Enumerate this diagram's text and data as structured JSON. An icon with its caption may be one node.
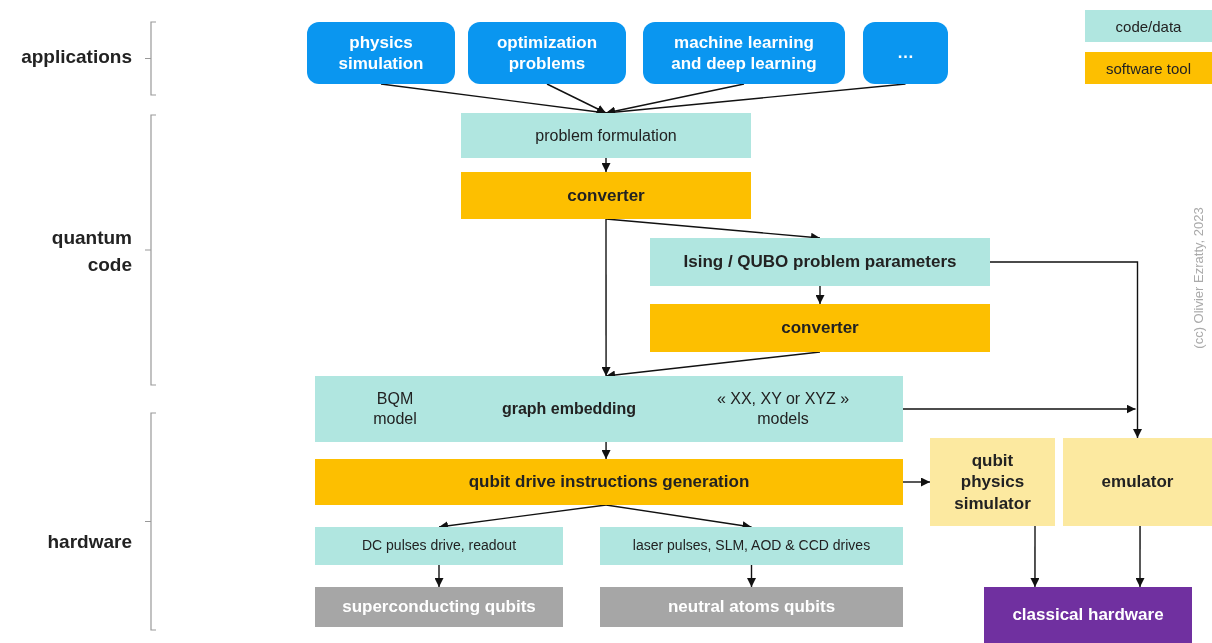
{
  "diagram": {
    "nodes": [
      {
        "text": [
          "physics simulation"
        ]
      },
      {
        "text": [
          "optimization problems"
        ]
      },
      {
        "text": [
          "machine learning and deep learning"
        ]
      },
      {
        "text": [
          "…"
        ]
      },
      {
        "text": [
          "problem formulation"
        ]
      },
      {
        "text": [
          "converter"
        ]
      },
      {
        "text": [
          "Ising / QUBO problem parameters"
        ]
      },
      {
        "text": [
          "converter"
        ]
      },
      {
        "text": [
          "BQM model",
          "graph embedding",
          "« XX, XY or XYZ » models"
        ]
      },
      {
        "text": [
          "qubit drive instructions generation"
        ]
      },
      {
        "text": [
          "qubit physics simulator"
        ]
      },
      {
        "text": [
          "emulator"
        ]
      },
      {
        "text": [
          "DC pulses drive, readout"
        ]
      },
      {
        "text": [
          "laser pulses, SLM, AOD & CCD drives"
        ]
      },
      {
        "text": [
          "superconducting qubits"
        ]
      },
      {
        "text": [
          "neutral atoms qubits"
        ]
      },
      {
        "text": [
          "classical hardware"
        ]
      }
    ],
    "edges": [
      {
        "from": 0,
        "to": 4,
        "arrow": "to"
      },
      {
        "from": 1,
        "to": 4,
        "arrow": "to"
      },
      {
        "from": 2,
        "to": 4,
        "arrow": "to"
      },
      {
        "from": 3,
        "to": 4,
        "arrow": "to"
      },
      {
        "from": 4,
        "to": 5,
        "arrow": "to"
      },
      {
        "from": 5,
        "to": 8,
        "arrow": "to"
      },
      {
        "from": 5,
        "to": 6,
        "arrow": "to"
      },
      {
        "from": 6,
        "to": 7,
        "arrow": "to"
      },
      {
        "from": 7,
        "to": 8,
        "arrow": "to"
      },
      {
        "from": 6,
        "to": 11,
        "arrow": "to"
      },
      {
        "from": 8,
        "to": 11,
        "arrow": "to"
      },
      {
        "from": 8,
        "to": 9,
        "arrow": "to"
      },
      {
        "from": 9,
        "to": 10,
        "arrow": "to"
      },
      {
        "from": 9,
        "to": 12,
        "arrow": "to"
      },
      {
        "from": 9,
        "to": 13,
        "arrow": "to"
      },
      {
        "from": 12,
        "to": 14,
        "arrow": "to"
      },
      {
        "from": 13,
        "to": 15,
        "arrow": "to"
      },
      {
        "from": 10,
        "to": 16,
        "arrow": "to"
      },
      {
        "from": 11,
        "to": 16,
        "arrow": "to"
      }
    ],
    "labels": [
      "applications",
      "quantum code",
      "hardware",
      "(cc) Olivier Ezratty, 2023"
    ],
    "legend": [
      {
        "text": "code/data",
        "color": "#b0e6e0"
      },
      {
        "text": "software tool",
        "color": "#fdbf00"
      }
    ]
  }
}
